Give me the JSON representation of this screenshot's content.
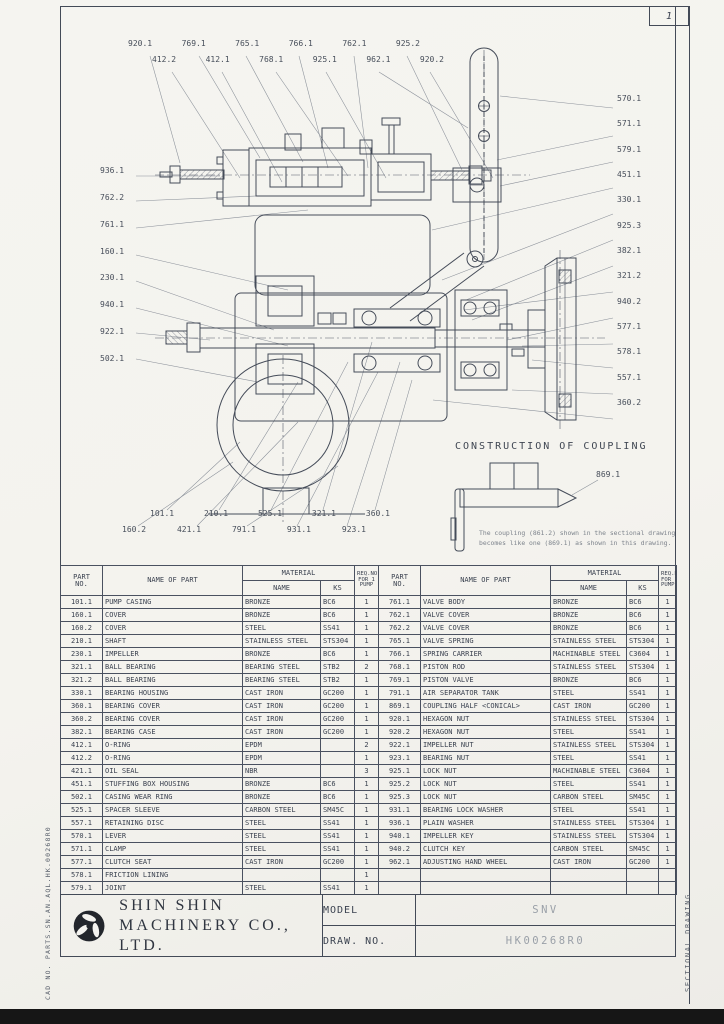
{
  "page": {
    "page_number": "1",
    "side_left_vertical": "CAD NO. PARTS.SN.AN.AQL.HK.00268R0",
    "side_right_vertical": "SECTIONAL DRAWING"
  },
  "drawing": {
    "labels_top_row1": [
      "920.1",
      "769.1",
      "765.1",
      "766.1",
      "762.1",
      "925.2"
    ],
    "labels_top_row2": [
      "412.2",
      "412.1",
      "768.1",
      "925.1",
      "962.1",
      "920.2"
    ],
    "labels_left": [
      "936.1",
      "762.2",
      "761.1",
      "160.1",
      "230.1",
      "940.1",
      "922.1",
      "502.1"
    ],
    "labels_right": [
      "570.1",
      "571.1",
      "579.1",
      "451.1",
      "330.1",
      "925.3",
      "382.1",
      "321.2",
      "940.2",
      "577.1",
      "578.1",
      "557.1",
      "360.2"
    ],
    "labels_bottom_row1": [
      "101.1",
      "210.1",
      "525.1",
      "321.1",
      "360.1"
    ],
    "labels_bottom_row2": [
      "160.2",
      "421.1",
      "791.1",
      "931.1",
      "923.1"
    ],
    "coupling": {
      "title": "CONSTRUCTION OF COUPLING",
      "label": "869.1",
      "note_line1": "The coupling (861.2) shown in the sectional drawing",
      "note_line2": "becomes like one (869.1) as shown in this drawing."
    }
  },
  "tables": {
    "headers": {
      "part1": "PART",
      "part2": "NO.",
      "name": "NAME OF PART",
      "material": "MATERIAL",
      "mat_name": "NAME",
      "ks": "KS",
      "req1": "REQ.NO.",
      "req2": "FOR 1",
      "req3": "PUMP"
    },
    "left_rows": [
      [
        "101.1",
        "PUMP CASING",
        "BRONZE",
        "BC6",
        "1"
      ],
      [
        "160.1",
        "COVER",
        "BRONZE",
        "BC6",
        "1"
      ],
      [
        "160.2",
        "COVER",
        "STEEL",
        "SS41",
        "1"
      ],
      [
        "210.1",
        "SHAFT",
        "STAINLESS STEEL",
        "STS304",
        "1"
      ],
      [
        "230.1",
        "IMPELLER",
        "BRONZE",
        "BC6",
        "1"
      ],
      [
        "321.1",
        "BALL BEARING",
        "BEARING STEEL",
        "STB2",
        "2"
      ],
      [
        "321.2",
        "BALL BEARING",
        "BEARING STEEL",
        "STB2",
        "1"
      ],
      [
        "330.1",
        "BEARING HOUSING",
        "CAST IRON",
        "GC200",
        "1"
      ],
      [
        "360.1",
        "BEARING COVER",
        "CAST IRON",
        "GC200",
        "1"
      ],
      [
        "360.2",
        "BEARING COVER",
        "CAST IRON",
        "GC200",
        "1"
      ],
      [
        "382.1",
        "BEARING CASE",
        "CAST IRON",
        "GC200",
        "1"
      ],
      [
        "412.1",
        "O-RING",
        "EPDM",
        "",
        "2"
      ],
      [
        "412.2",
        "O-RING",
        "EPDM",
        "",
        "1"
      ],
      [
        "421.1",
        "OIL SEAL",
        "NBR",
        "",
        "3"
      ],
      [
        "451.1",
        "STUFFING BOX HOUSING",
        "BRONZE",
        "BC6",
        "1"
      ],
      [
        "502.1",
        "CASING WEAR RING",
        "BRONZE",
        "BC6",
        "1"
      ],
      [
        "525.1",
        "SPACER SLEEVE",
        "CARBON STEEL",
        "SM45C",
        "1"
      ],
      [
        "557.1",
        "RETAINING DISC",
        "STEEL",
        "SS41",
        "1"
      ],
      [
        "570.1",
        "LEVER",
        "STEEL",
        "SS41",
        "1"
      ],
      [
        "571.1",
        "CLAMP",
        "STEEL",
        "SS41",
        "1"
      ],
      [
        "577.1",
        "CLUTCH SEAT",
        "CAST IRON",
        "GC200",
        "1"
      ],
      [
        "578.1",
        "FRICTION LINING",
        "",
        "",
        "1"
      ],
      [
        "579.1",
        "JOINT",
        "STEEL",
        "SS41",
        "1"
      ]
    ],
    "right_rows": [
      [
        "761.1",
        "VALVE BODY",
        "BRONZE",
        "BC6",
        "1"
      ],
      [
        "762.1",
        "VALVE COVER",
        "BRONZE",
        "BC6",
        "1"
      ],
      [
        "762.2",
        "VALVE COVER",
        "BRONZE",
        "BC6",
        "1"
      ],
      [
        "765.1",
        "VALVE SPRING",
        "STAINLESS STEEL",
        "STS304",
        "1"
      ],
      [
        "766.1",
        "SPRING CARRIER",
        "MACHINABLE STEEL",
        "C3604",
        "1"
      ],
      [
        "768.1",
        "PISTON ROD",
        "STAINLESS STEEL",
        "STS304",
        "1"
      ],
      [
        "769.1",
        "PISTON VALVE",
        "BRONZE",
        "BC6",
        "1"
      ],
      [
        "791.1",
        "AIR SEPARATOR TANK",
        "STEEL",
        "SS41",
        "1"
      ],
      [
        "869.1",
        "COUPLING HALF <CONICAL>",
        "CAST IRON",
        "GC200",
        "1"
      ],
      [
        "920.1",
        "HEXAGON NUT",
        "STAINLESS STEEL",
        "STS304",
        "1"
      ],
      [
        "920.2",
        "HEXAGON NUT",
        "STEEL",
        "SS41",
        "1"
      ],
      [
        "922.1",
        "IMPELLER NUT",
        "STAINLESS STEEL",
        "STS304",
        "1"
      ],
      [
        "923.1",
        "BEARING NUT",
        "STEEL",
        "SS41",
        "1"
      ],
      [
        "925.1",
        "LOCK NUT",
        "MACHINABLE STEEL",
        "C3604",
        "1"
      ],
      [
        "925.2",
        "LOCK NUT",
        "STEEL",
        "SS41",
        "1"
      ],
      [
        "925.3",
        "LOCK NUT",
        "CARBON STEEL",
        "SM45C",
        "1"
      ],
      [
        "931.1",
        "BEARING LOCK WASHER",
        "STEEL",
        "SS41",
        "1"
      ],
      [
        "936.1",
        "PLAIN WASHER",
        "STAINLESS STEEL",
        "STS304",
        "1"
      ],
      [
        "940.1",
        "IMPELLER KEY",
        "STAINLESS STEEL",
        "STS304",
        "1"
      ],
      [
        "940.2",
        "CLUTCH KEY",
        "CARBON STEEL",
        "SM45C",
        "1"
      ],
      [
        "962.1",
        "ADJUSTING HAND WHEEL",
        "CAST IRON",
        "GC200",
        "1"
      ],
      [
        "",
        "",
        "",
        "",
        ""
      ],
      [
        "",
        "",
        "",
        "",
        ""
      ]
    ]
  },
  "title_block": {
    "company_line1": "SHIN SHIN",
    "company_line2": "MACHINERY CO., LTD.",
    "model_label": "MODEL",
    "model_value": "SNV",
    "draw_no_label": "DRAW. NO.",
    "draw_no_value": "HK00268R0"
  }
}
